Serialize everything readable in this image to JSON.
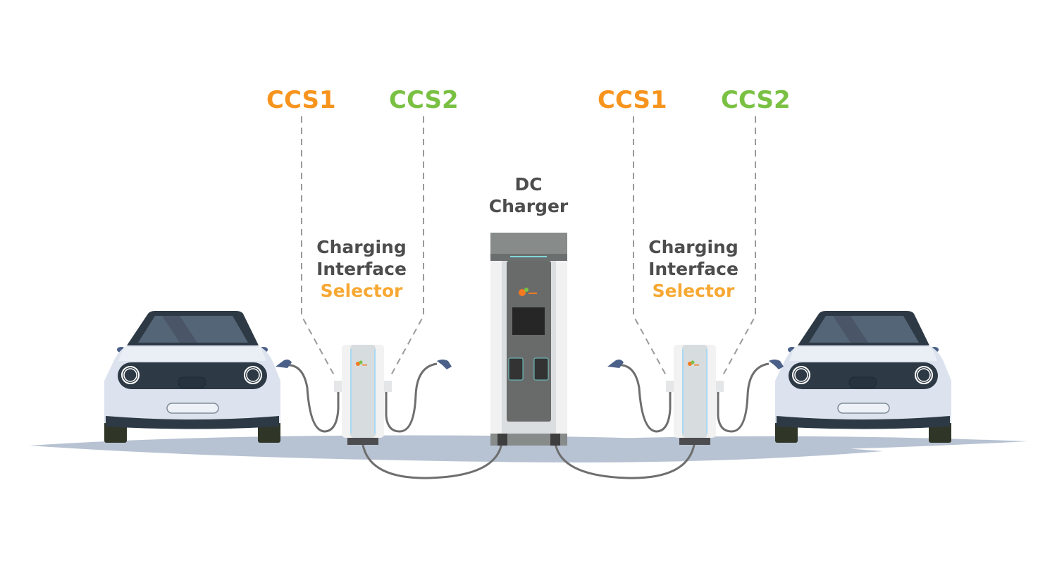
{
  "colors": {
    "ccs1": "#f7941d",
    "ccs2": "#7ac143",
    "selector_accent": "#f7a833",
    "text_dark": "#4d4d4d"
  },
  "left": {
    "ccs1_label": "CCS1",
    "ccs2_label": "CCS2",
    "selector_line1": "Charging",
    "selector_line2": "Interface",
    "selector_line3": "Selector"
  },
  "right": {
    "ccs1_label": "CCS1",
    "ccs2_label": "CCS2",
    "selector_line1": "Charging",
    "selector_line2": "Interface",
    "selector_line3": "Selector"
  },
  "dc_charger": {
    "line1": "DC",
    "line2": "Charger"
  }
}
